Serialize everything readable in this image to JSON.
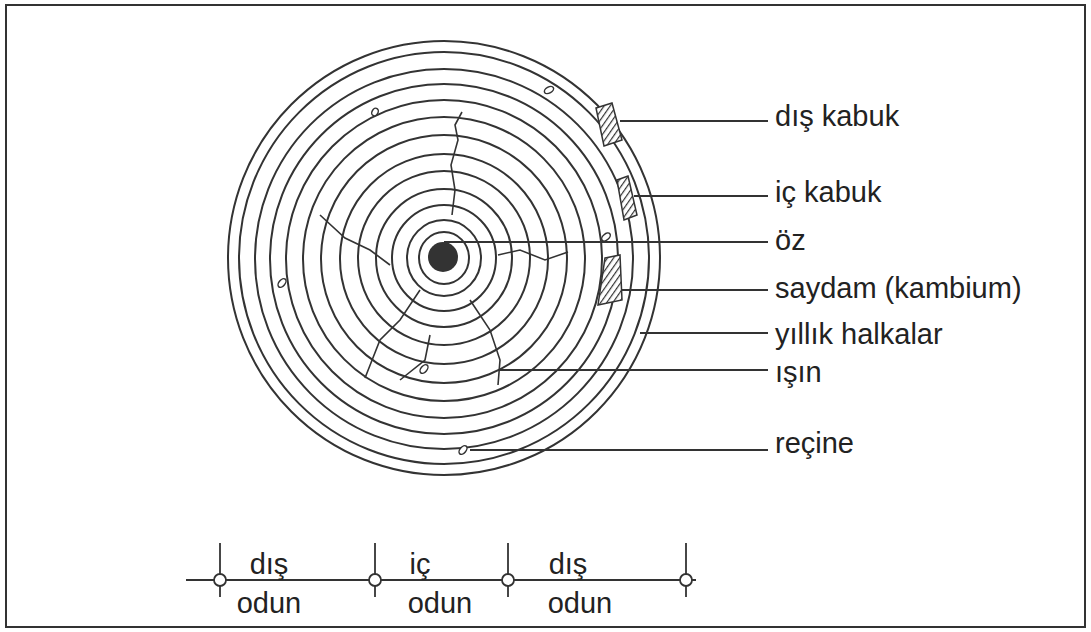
{
  "diagram": {
    "labels": [
      "dış kabuk",
      "iç kabuk",
      "öz",
      "saydam (kambium)",
      "yıllık halkalar",
      "ışın",
      "reçine",
      "dış",
      "odun",
      "iç",
      "odun",
      "dış",
      "odun"
    ]
  }
}
